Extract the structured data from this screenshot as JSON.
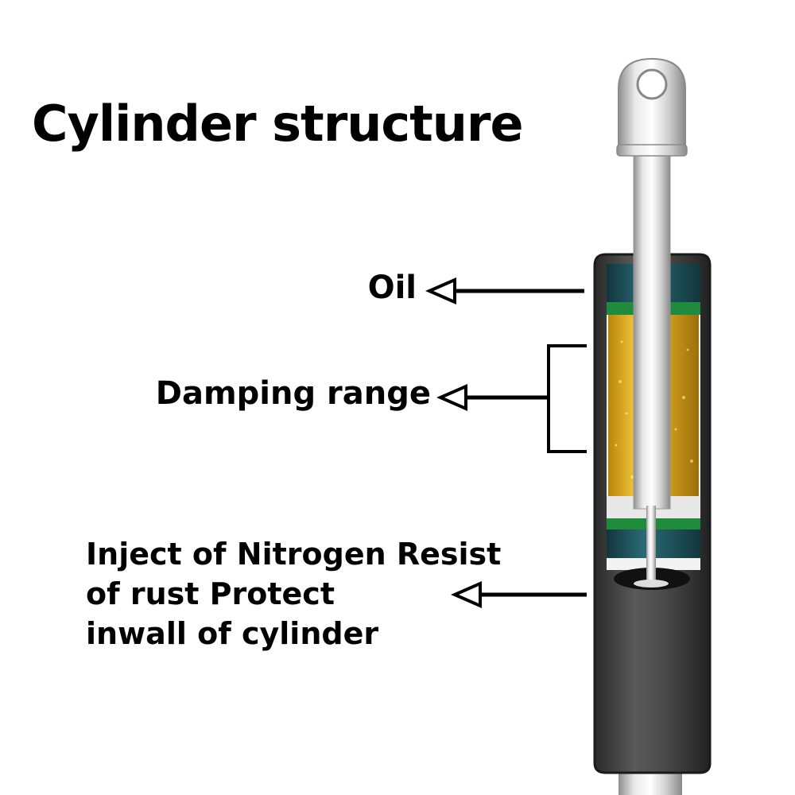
{
  "title": "Cylinder structure",
  "labels": {
    "oil": "Oil",
    "damping": "Damping range",
    "nitrogen_lines": [
      "Inject of Nitrogen Resist",
      "of rust Protect",
      "inwall of cylinder"
    ]
  },
  "colors": {
    "cylinder_body": "#3a3a3a",
    "oil_teal": "#1f5a66",
    "seal_green": "#1e8c3c",
    "oil_amber": "#d8a51c",
    "rod_silver": "#c8c8c8"
  }
}
